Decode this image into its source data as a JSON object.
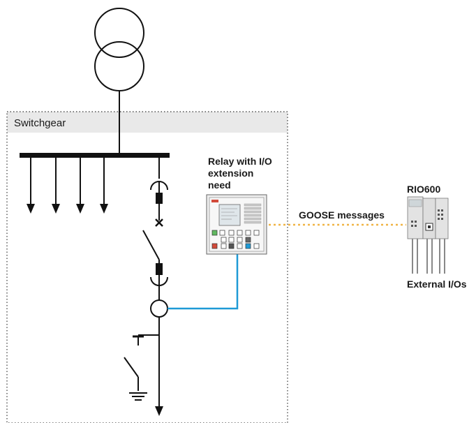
{
  "switchgear": {
    "label": "Switchgear"
  },
  "relay": {
    "label_lines": [
      "Relay with I/O",
      "extension",
      "need"
    ]
  },
  "link": {
    "label": "GOOSE messages",
    "color": "#f0b445"
  },
  "rio": {
    "label": "RIO600",
    "io_label": "External I/Os"
  },
  "colors": {
    "line": "#111111",
    "blue": "#1e9ad6",
    "box_fill": "#e9e9e9"
  }
}
